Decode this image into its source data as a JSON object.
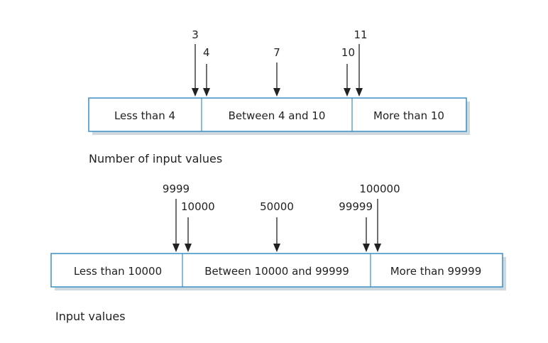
{
  "colors": {
    "box_border": "#3a8fc4",
    "text": "#222222",
    "shadow": "#cfd8de"
  },
  "diagrams": [
    {
      "caption": "Number of input values",
      "partitions": [
        "Less than 4",
        "Between 4 and 10",
        "More than 10"
      ],
      "test_values": [
        "3",
        "4",
        "7",
        "10",
        "11"
      ]
    },
    {
      "caption": "Input values",
      "partitions": [
        "Less than 10000",
        "Between 10000 and 99999",
        "More than 99999"
      ],
      "test_values": [
        "9999",
        "10000",
        "50000",
        "99999",
        "100000"
      ]
    }
  ]
}
